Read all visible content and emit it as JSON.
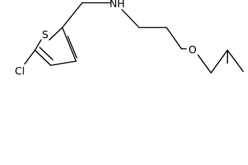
{
  "atoms": {
    "sulfur": "S",
    "chlorine": "Cl",
    "nitrogen_h": "NH",
    "oxygen": "O"
  },
  "colors": {
    "bond": "#000000",
    "background": "#ffffff"
  }
}
